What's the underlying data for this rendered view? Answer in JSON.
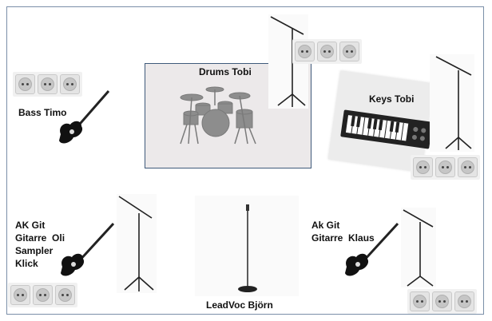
{
  "labels": {
    "drums": "Drums Tobi",
    "bass": "Bass Timo",
    "keys": "Keys Tobi",
    "left_group": "AK Git\nGitarre  Oli\nSampler\nKlick",
    "right_group": "Ak Git\nGitarre  Klaus",
    "lead_voc": "LeadVoc Björn"
  },
  "colors": {
    "frame_border": "#7a8fa8",
    "drum_box_border": "#3f5a7a",
    "drum_box_fill": "#ece9ea",
    "equipment": "#111111"
  },
  "icons": {
    "outlet": "power-outlet-icon",
    "guitar": "bass-guitar-icon",
    "mic_stand": "mic-stand-icon",
    "drums": "drum-kit-icon",
    "keyboard": "keyboard-icon"
  }
}
